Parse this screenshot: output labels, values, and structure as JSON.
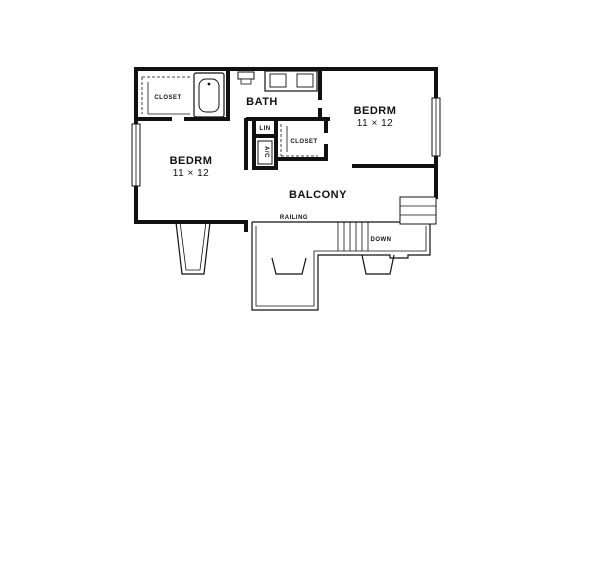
{
  "rooms": {
    "bedroom_left": {
      "name": "BEDRM",
      "size": "11 × 12"
    },
    "bedroom_right": {
      "name": "BEDRM",
      "size": "11 × 12"
    },
    "bath": "BATH",
    "balcony": "BALCONY",
    "closet_left": "CLOSET",
    "closet_center": "CLOSET",
    "linen": "LIN",
    "ac": "A/C"
  },
  "annotations": {
    "railing": "RAILING",
    "down": "DOWN"
  }
}
